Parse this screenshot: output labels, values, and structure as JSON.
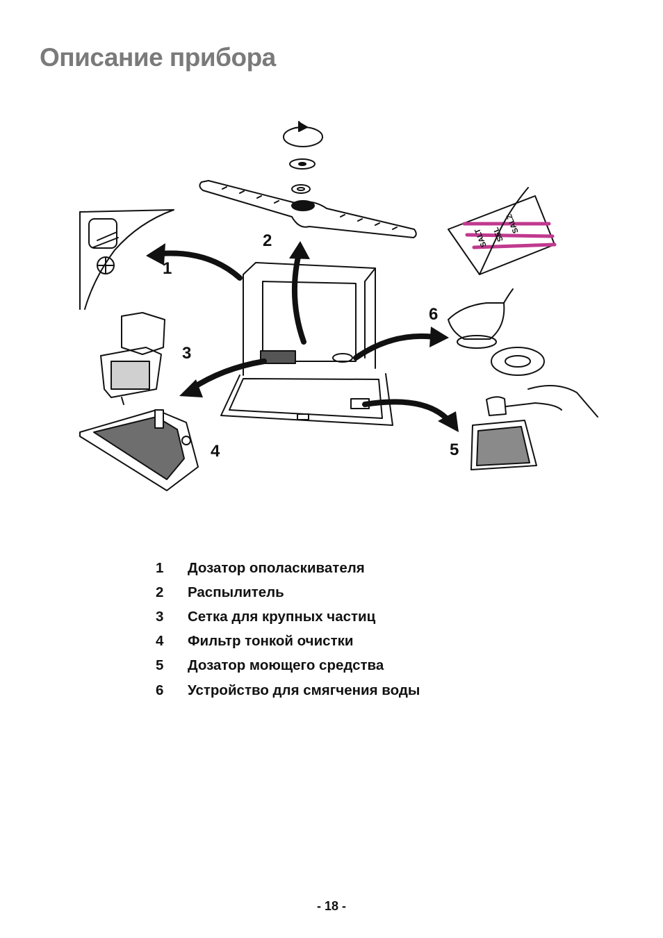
{
  "page": {
    "title": "Описание прибора",
    "page_number": "- 18 -"
  },
  "figure": {
    "callouts": [
      "1",
      "2",
      "3",
      "4",
      "5",
      "6"
    ],
    "salt_bag_text": [
      "SALT",
      "SEL",
      "SALZ"
    ],
    "accent_color": "#c0398f"
  },
  "legend": [
    {
      "num": "1",
      "label": "Дозатор ополаскивателя"
    },
    {
      "num": "2",
      "label": "Распылитель"
    },
    {
      "num": "3",
      "label": "Сетка для крупных частиц"
    },
    {
      "num": "4",
      "label": "Фильтр тонкой очистки"
    },
    {
      "num": "5",
      "label": "Дозатор моющего средства"
    },
    {
      "num": "6",
      "label": "Устройство для смягчения воды"
    }
  ]
}
